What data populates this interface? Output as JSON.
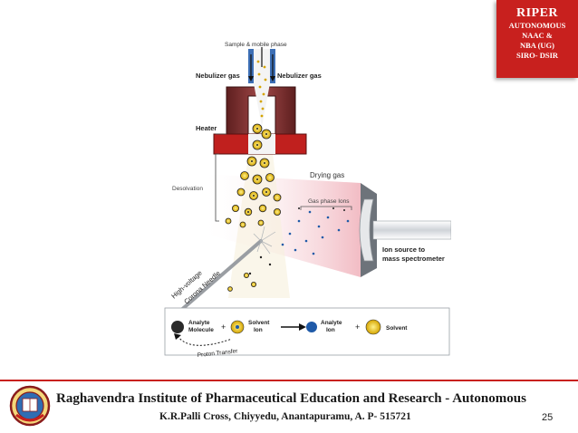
{
  "badge": {
    "title": "RIPER",
    "lines": [
      "AUTONOMOUS",
      "NAAC &",
      "NBA (UG)",
      "SIRO- DSIR"
    ]
  },
  "diagram": {
    "labels": {
      "sample": "Sample & mobile phase",
      "neb_left": "Nebulizer gas",
      "neb_right": "Nebulizer gas",
      "heater": "Heater",
      "drying": "Drying gas",
      "gas_phase": "Gas phase Ions",
      "desolvation": "Desolvation",
      "ion_source_1": "Ion source to",
      "ion_source_2": "mass spectrometer",
      "hv_1": "High-voltage",
      "hv_2": "Corona Needle"
    },
    "legend": {
      "analyte_1": "Analyte",
      "analyte_2": "Molecule",
      "plus_1": "+",
      "solvent_ion_1": "Solvent",
      "solvent_ion_2": "Ion",
      "analyte_ion_1": "Analyte",
      "analyte_ion_2": "Ion",
      "plus_2": "+",
      "solvent": "Solvent",
      "proton": "Proton Transfer"
    },
    "colors": {
      "heater": "#7a2a2a",
      "droplet": "#e8c21a",
      "ion": "#1f5aa8"
    }
  },
  "footer": {
    "institute": "Raghavendra Institute of Pharmaceutical Education and Research - Autonomous",
    "address": "K.R.Palli Cross, Chiyyedu, Anantapuramu, A. P- 515721",
    "page": "25"
  }
}
